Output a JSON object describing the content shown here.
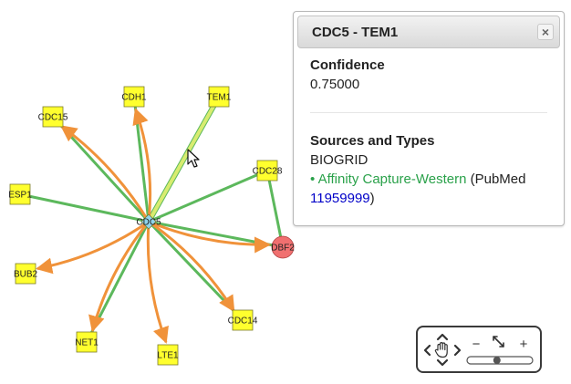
{
  "graph": {
    "nodes": [
      {
        "id": "CDC5",
        "label": "CDC5",
        "shape": "diamond",
        "color": "#8fd4ec"
      },
      {
        "id": "CDH1",
        "label": "CDH1",
        "shape": "square",
        "color": "#ffff2e"
      },
      {
        "id": "TEM1",
        "label": "TEM1",
        "shape": "square",
        "color": "#ffff2e"
      },
      {
        "id": "CDC15",
        "label": "CDC15",
        "shape": "square",
        "color": "#ffff2e"
      },
      {
        "id": "CDC28",
        "label": "CDC28",
        "shape": "square",
        "color": "#ffff2e"
      },
      {
        "id": "ESP1",
        "label": "ESP1",
        "shape": "square",
        "color": "#ffff2e"
      },
      {
        "id": "DBF2",
        "label": "DBF2",
        "shape": "circle",
        "color": "#f07070"
      },
      {
        "id": "BUB2",
        "label": "BUB2",
        "shape": "square",
        "color": "#ffff2e"
      },
      {
        "id": "CDC14",
        "label": "CDC14",
        "shape": "square",
        "color": "#ffff2e"
      },
      {
        "id": "NET1",
        "label": "NET1",
        "shape": "square",
        "color": "#ffff2e"
      },
      {
        "id": "LTE1",
        "label": "LTE1",
        "shape": "square",
        "color": "#ffff2e"
      }
    ],
    "edges": [
      {
        "from": "CDC5",
        "to": "CDC15",
        "type": "physical"
      },
      {
        "from": "CDC5",
        "to": "CDH1",
        "type": "physical"
      },
      {
        "from": "CDC5",
        "to": "TEM1",
        "type": "selected"
      },
      {
        "from": "CDC5",
        "to": "CDC28",
        "type": "physical"
      },
      {
        "from": "CDC5",
        "to": "ESP1",
        "type": "physical"
      },
      {
        "from": "CDC5",
        "to": "DBF2",
        "type": "physical"
      },
      {
        "from": "CDC28",
        "to": "DBF2",
        "type": "physical"
      },
      {
        "from": "CDC5",
        "to": "CDC14",
        "type": "physical"
      },
      {
        "from": "CDC5",
        "to": "NET1",
        "type": "physical"
      },
      {
        "from": "CDC5",
        "to": "CDC15",
        "type": "phosphorylation"
      },
      {
        "from": "CDC5",
        "to": "CDH1",
        "type": "phosphorylation"
      },
      {
        "from": "CDC5",
        "to": "BUB2",
        "type": "phosphorylation"
      },
      {
        "from": "CDC5",
        "to": "DBF2",
        "type": "phosphorylation"
      },
      {
        "from": "CDC5",
        "to": "CDC14",
        "type": "phosphorylation"
      },
      {
        "from": "CDC5",
        "to": "NET1",
        "type": "phosphorylation"
      },
      {
        "from": "CDC5",
        "to": "LTE1",
        "type": "phosphorylation"
      }
    ],
    "colors": {
      "physical": "#5cb85c",
      "phosphorylation": "#f0923a",
      "selected": "#d8ec70"
    }
  },
  "popup": {
    "title": "CDC5 - TEM1",
    "close_icon": "×",
    "confidence_heading": "Confidence",
    "confidence_value": "0.75000",
    "sources_heading": "Sources and Types",
    "source_name": "BIOGRID",
    "bullet": "• ",
    "evidence_type": "Affinity Capture-Western",
    "pubmed_prefix": " (PubMed",
    "pubmed_id": "11959999",
    "pubmed_suffix": ")"
  },
  "navigator": {
    "zoom_out": "−",
    "zoom_in": "+",
    "zoom_level": 0.45
  }
}
